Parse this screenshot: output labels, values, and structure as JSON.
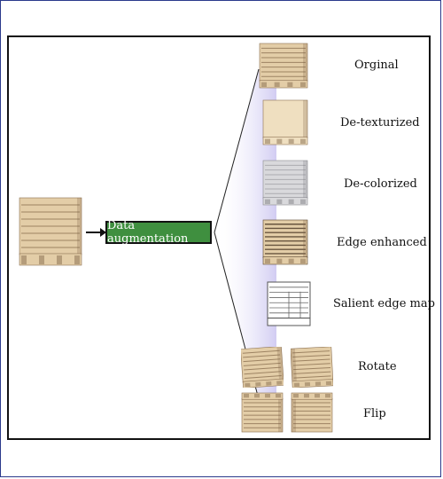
{
  "augment_box": {
    "label": "Data augmentation"
  },
  "variants": [
    {
      "label": "Orginal",
      "style": "original"
    },
    {
      "label": "De-texturized",
      "style": "detexturized"
    },
    {
      "label": "De-colorized",
      "style": "decolorized"
    },
    {
      "label": "Edge enhanced",
      "style": "edge"
    },
    {
      "label": "Salient edge map",
      "style": "outline"
    },
    {
      "label": "Rotate",
      "style": "rotate"
    },
    {
      "label": "Flip",
      "style": "flip"
    }
  ],
  "colors": {
    "crate_fill": "#e3cda7",
    "crate_line": "#8c7152",
    "crate_dark": "#7a6144",
    "detex_fill": "#efdfc0",
    "decolor_fill": "#d9d9dc",
    "augment_green": "#3f8f3f",
    "fan_purple": "#c9c3f0"
  }
}
